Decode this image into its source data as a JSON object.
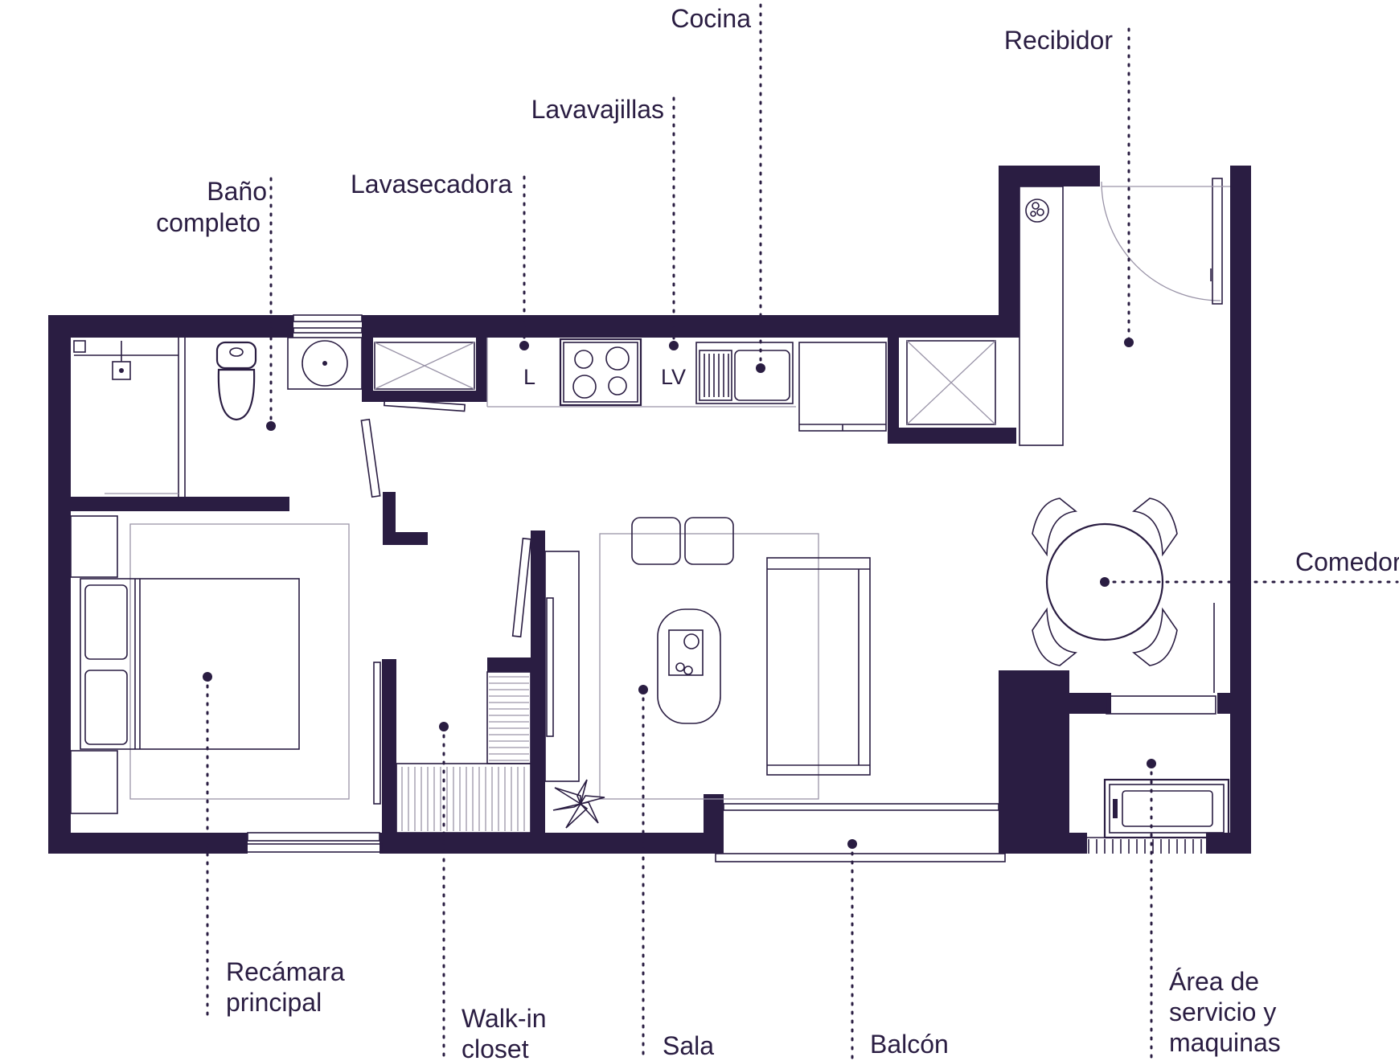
{
  "colors": {
    "ink": "#2a1d42",
    "background": "#ffffff",
    "faint_line": "#9a94a8"
  },
  "labels": {
    "cocina": "Cocina",
    "recibidor": "Recibidor",
    "lavavajillas": "Lavavajillas",
    "lavasecadora": "Lavasecadora",
    "bano_line1": "Baño",
    "bano_line2": "completo",
    "comedor": "Comedor",
    "recamara_line1": "Recámara",
    "recamara_line2": "principal",
    "walkin_line1": "Walk-in",
    "walkin_line2": "closet",
    "sala": "Sala",
    "balcon": "Balcón",
    "servicio_line1": "Área de",
    "servicio_line2": "servicio y",
    "servicio_line3": "maquinas"
  },
  "codes": {
    "lavadora": "L",
    "lavavajillas": "LV"
  },
  "icons": [
    "toilet-icon",
    "sink-icon",
    "cooktop-icon",
    "bed-icon",
    "dining-table-icon",
    "sofa-icon",
    "plant-icon",
    "door-swing-icon"
  ]
}
